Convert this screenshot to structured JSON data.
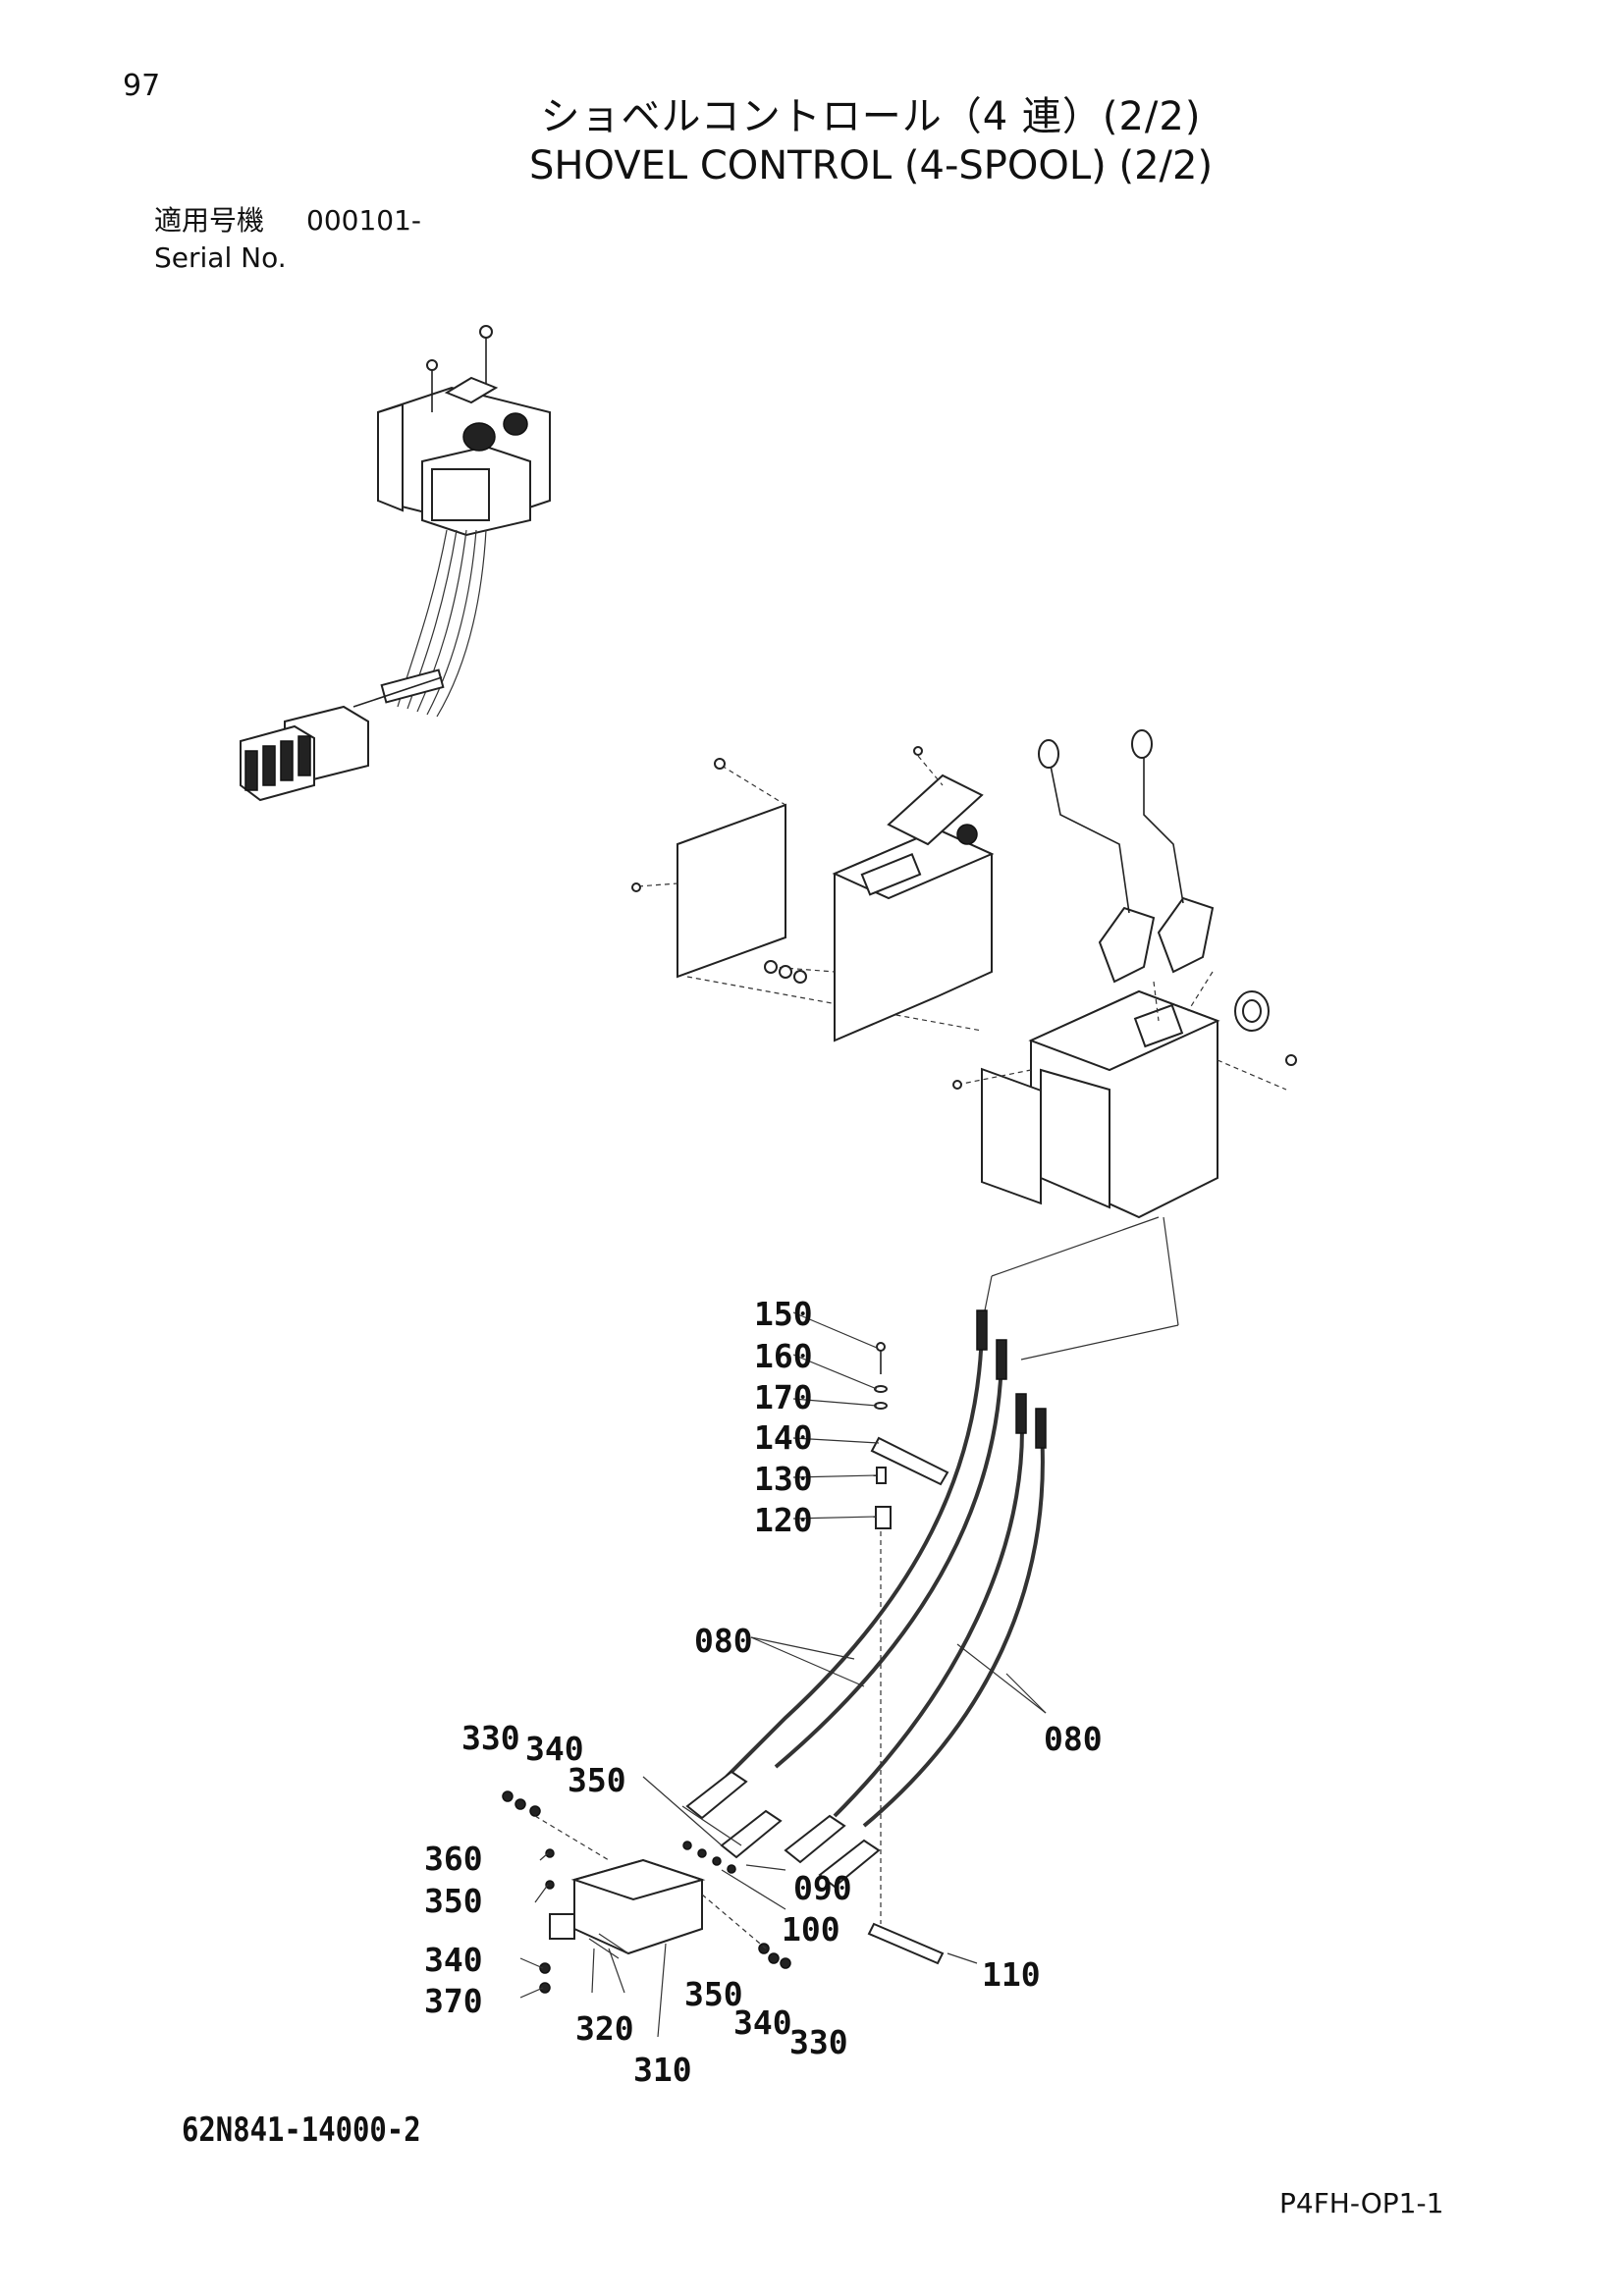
{
  "page_number": "97",
  "title_jp": "ショベルコントロール（4 連）(2/2)",
  "title_en": "SHOVEL CONTROL (4-SPOOL) (2/2)",
  "serial": {
    "label_jp": "適用号機",
    "value": "000101-",
    "label_en": "Serial No."
  },
  "callouts": {
    "p150": "150",
    "p160": "160",
    "p170": "170",
    "p140": "140",
    "p130": "130",
    "p120": "120",
    "p080a": "080",
    "p080b": "080",
    "p330a": "330",
    "p340a": "340",
    "p350a": "350",
    "p360": "360",
    "p350b": "350",
    "p340b": "340",
    "p370": "370",
    "p320": "320",
    "p310": "310",
    "p350c": "350",
    "p340c": "340",
    "p330b": "330",
    "p090": "090",
    "p100": "100",
    "p110": "110"
  },
  "drawing_code": "62N841-14000-2",
  "page_code": "P4FH-OP1-1"
}
